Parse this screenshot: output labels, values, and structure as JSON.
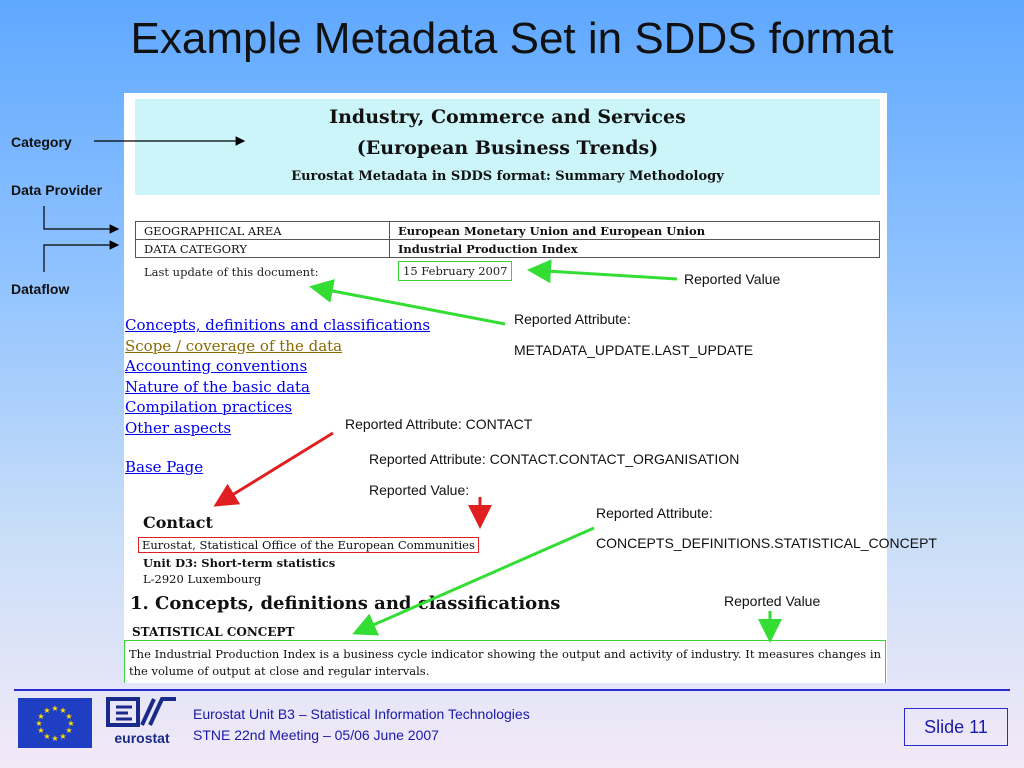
{
  "slide": {
    "title": "Example Metadata Set in SDDS format",
    "slide_number_label": "Slide 11"
  },
  "document": {
    "header_line1": "Industry, Commerce and Services",
    "header_line2": "(European Business Trends)",
    "header_subtitle": "Eurostat Metadata in SDDS format: Summary Methodology",
    "table": [
      {
        "key": "GEOGRAPHICAL AREA",
        "value": "European Monetary Union and European Union"
      },
      {
        "key": "DATA CATEGORY",
        "value": "Industrial Production Index"
      }
    ],
    "last_update_label": "Last update of this document:",
    "last_update_value": "15 February 2007",
    "links": [
      {
        "label": "Concepts, definitions and classifications"
      },
      {
        "label": "Scope / coverage of the data"
      },
      {
        "label": "Accounting conventions"
      },
      {
        "label": "Nature of the basic data"
      },
      {
        "label": "Compilation practices"
      },
      {
        "label": "Other aspects"
      }
    ],
    "base_page_label": "Base Page",
    "contact_heading": "Contact",
    "contact_org": "Eurostat, Statistical Office of the European Communities",
    "contact_unit": "Unit D3: Short-term statistics",
    "contact_address": "L-2920 Luxembourg",
    "section_heading": "1. Concepts, definitions and classifications",
    "stat_concept_heading": "STATISTICAL CONCEPT",
    "stat_concept_text": "The Industrial Production Index is a business cycle indicator showing the output and activity of industry. It measures changes in the volume of output at close and regular intervals."
  },
  "annotations": {
    "category": "Category",
    "data_provider": "Data Provider",
    "dataflow": "Dataflow",
    "reported_value_1": "Reported Value",
    "reported_attr_1a": "Reported Attribute:",
    "reported_attr_1b": "METADATA_UPDATE.LAST_UPDATE",
    "reported_attr_contact": "Reported Attribute: CONTACT",
    "reported_attr_contact_org": "Reported Attribute: CONTACT.CONTACT_ORGANISATION",
    "reported_value_2": "Reported Value:",
    "reported_attr_3a": "Reported Attribute:",
    "reported_attr_3b": "CONCEPTS_DEFINITIONS.STATISTICAL_CONCEPT",
    "reported_value_3": "Reported Value"
  },
  "footer": {
    "line1": "Eurostat Unit B3 – Statistical Information Technologies",
    "line2": "STNE 22nd Meeting – 05/06 June 2007",
    "logo_text": "eurostat"
  },
  "colors": {
    "green_arrow": "#33dd33",
    "red_arrow": "#e02020",
    "link_blue": "#0000ee",
    "header_cyan": "#ccf5fa"
  }
}
